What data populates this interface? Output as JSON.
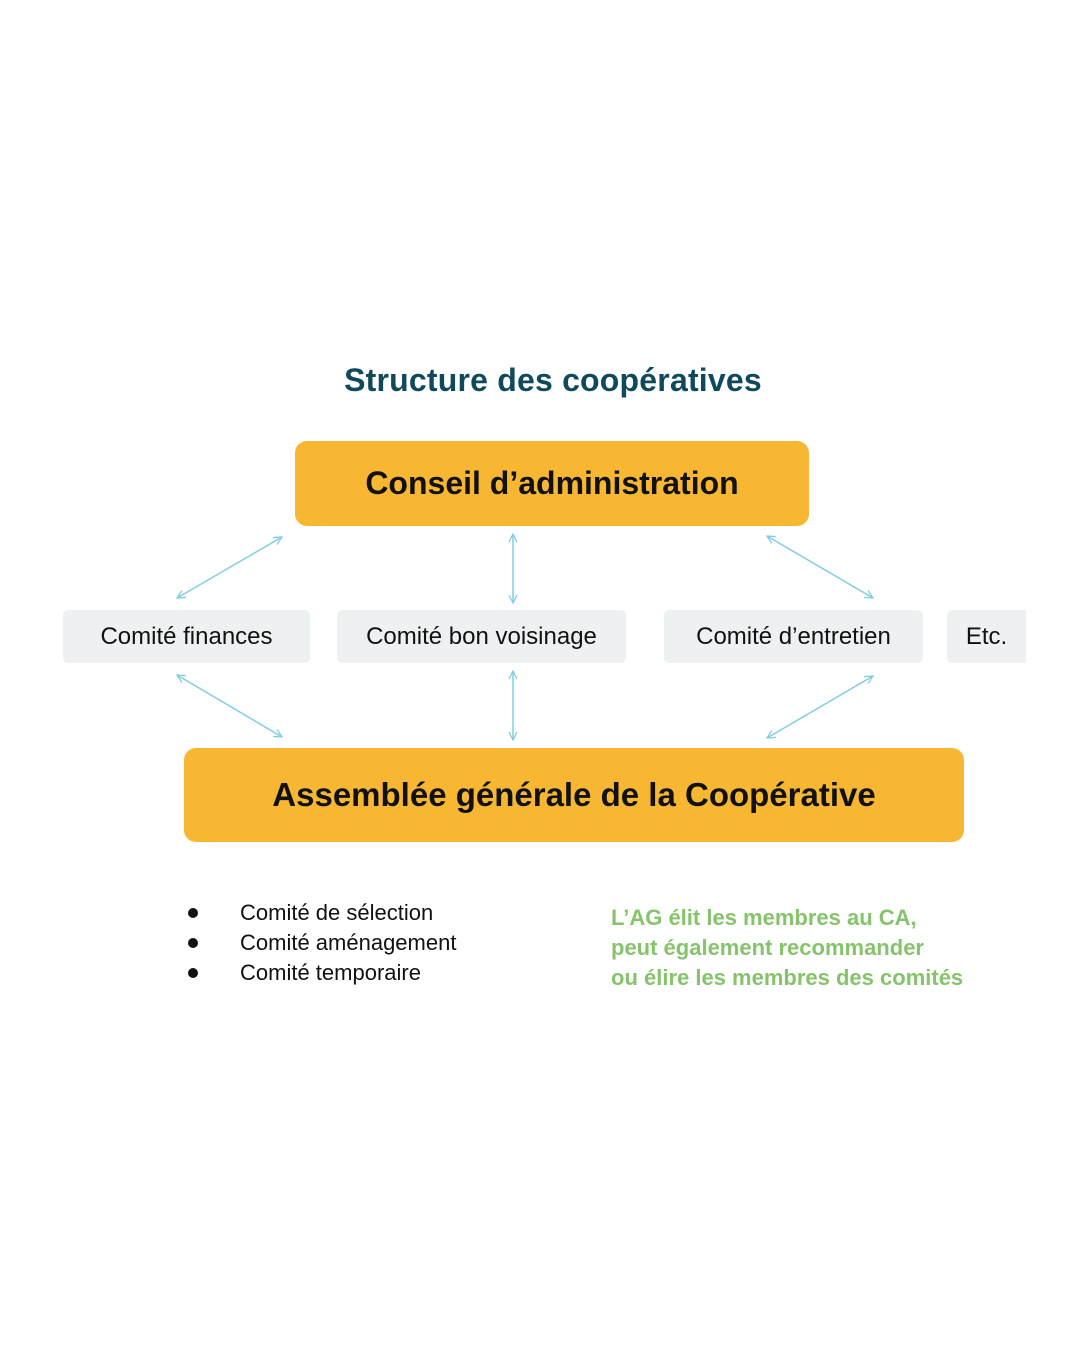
{
  "title": "Structure des coopératives",
  "top_box": {
    "label": "Conseil d’administration",
    "color": "#f8b733"
  },
  "committees": [
    {
      "label": "Comité finances"
    },
    {
      "label": "Comité bon voisinage"
    },
    {
      "label": "Comité d’entretien"
    },
    {
      "label": "Etc."
    }
  ],
  "bottom_box": {
    "label": "Assemblée générale de la Coopérative",
    "color": "#f8b733"
  },
  "other_committees": [
    "Comité de sélection",
    "Comité aménagement",
    "Comité temporaire"
  ],
  "note_lines": [
    "L’AG élit les membres au CA,",
    "peut également recommander",
    "ou élire les membres des comités"
  ],
  "colors": {
    "title": "#0f4a5c",
    "box": "#f8b733",
    "committee_bg": "#edf1f2",
    "arrow": "#7fcde3",
    "note": "#86c46b"
  },
  "connections": [
    {
      "from": "Conseil d’administration",
      "to": "Comité finances",
      "type": "bidirectional"
    },
    {
      "from": "Conseil d’administration",
      "to": "Comité bon voisinage",
      "type": "bidirectional"
    },
    {
      "from": "Conseil d’administration",
      "to": "Comité d’entretien",
      "type": "bidirectional"
    },
    {
      "from": "Comité finances",
      "to": "Assemblée générale de la Coopérative",
      "type": "bidirectional"
    },
    {
      "from": "Comité bon voisinage",
      "to": "Assemblée générale de la Coopérative",
      "type": "bidirectional"
    },
    {
      "from": "Comité d’entretien",
      "to": "Assemblée générale de la Coopérative",
      "type": "bidirectional"
    }
  ]
}
